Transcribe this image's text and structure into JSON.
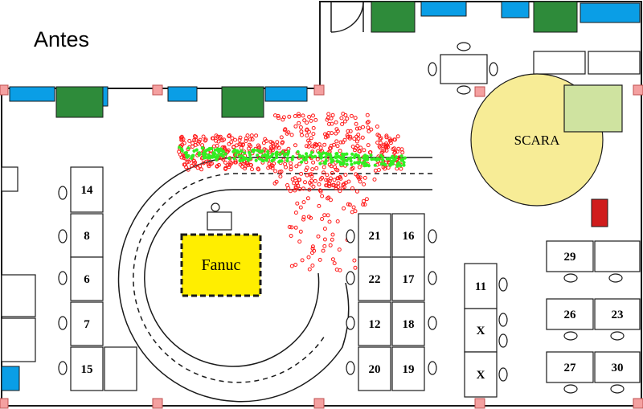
{
  "title": "Antes",
  "areas": {
    "scara": "SCARA",
    "fanuc": "Fanuc"
  },
  "desks": [
    "14",
    "8",
    "6",
    "7",
    "15",
    "21",
    "16",
    "22",
    "17",
    "12",
    "18",
    "20",
    "19",
    "11",
    "X",
    "X",
    "29",
    "26",
    "23",
    "27",
    "30"
  ],
  "colors": {
    "wall": "#1a1a1a",
    "column": "#f4a0a0",
    "blue": "#0a9ee6",
    "green": "#2e8b3a",
    "scara": "#f7ec96",
    "scara_block": "#cfe3a0",
    "fanuc": "#ffee00",
    "red_box": "#d01c1c",
    "trail_red": "#ff1a1a",
    "trail_green": "#33ee22"
  }
}
